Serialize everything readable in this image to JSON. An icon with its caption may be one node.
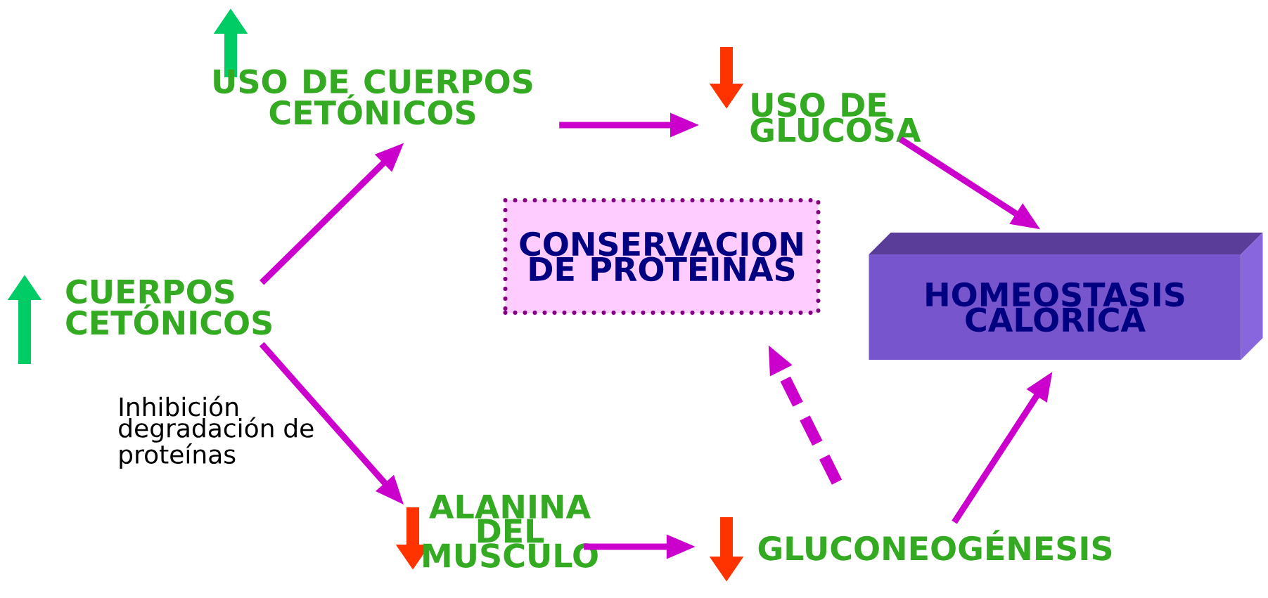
{
  "diagram": {
    "nodes": [
      {
        "text": [
          "CUERPOS CETÓNICOS"
        ]
      },
      {
        "text": [
          "USO DE CUERPOS CETÓNICOS"
        ]
      },
      {
        "text": [
          "USO DE GLUCOSA"
        ]
      },
      {
        "text": [
          "CONSERVACION DE PROTEINAS"
        ]
      },
      {
        "text": [
          "HOMEOSTASIS CALORICA"
        ]
      },
      {
        "text": [
          "ALANINA DEL MUSCULO"
        ]
      },
      {
        "text": [
          "GLUCONEOGÉNESIS"
        ]
      }
    ],
    "edges": [
      {
        "from": 0,
        "to": 1,
        "arrow": "to"
      },
      {
        "from": 1,
        "to": 2,
        "arrow": "to"
      },
      {
        "from": 2,
        "to": 4,
        "arrow": "to"
      },
      {
        "from": 0,
        "to": 5,
        "arrow": "to"
      },
      {
        "from": 5,
        "to": 6,
        "arrow": "to"
      },
      {
        "from": 6,
        "to": 4,
        "arrow": "to"
      },
      {
        "from": 6,
        "to": 3,
        "arrow": "to",
        "style": "dashed"
      }
    ],
    "labels": [
      "Inhibición degradación de proteínas"
    ]
  }
}
